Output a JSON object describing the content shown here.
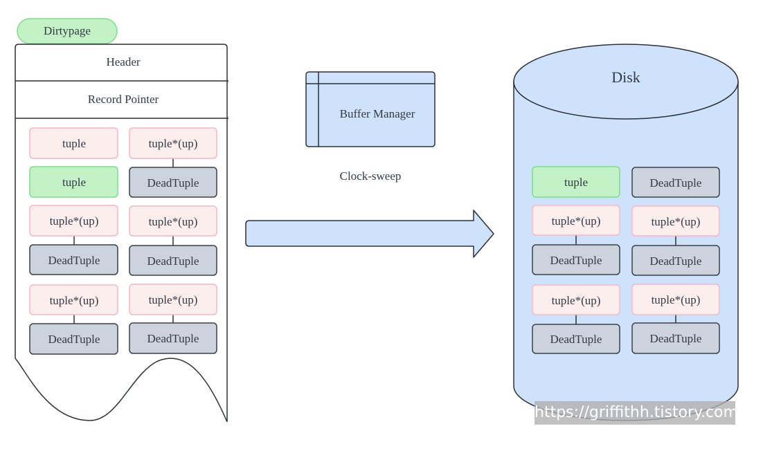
{
  "page_badge": {
    "label": "Dirtypage"
  },
  "page": {
    "header_label": "Header",
    "pointer_label": "Record Pointer",
    "tuples": [
      {
        "label": "tuple",
        "kind": "tuple"
      },
      {
        "label": "tuple*(up)",
        "kind": "updated"
      },
      {
        "label": "tuple",
        "kind": "live"
      },
      {
        "label": "DeadTuple",
        "kind": "dead"
      },
      {
        "label": "tuple*(up)",
        "kind": "updated"
      },
      {
        "label": "tuple*(up)",
        "kind": "updated"
      },
      {
        "label": "DeadTuple",
        "kind": "dead"
      },
      {
        "label": "DeadTuple",
        "kind": "dead"
      },
      {
        "label": "tuple*(up)",
        "kind": "updated"
      },
      {
        "label": "tuple*(up)",
        "kind": "updated"
      },
      {
        "label": "DeadTuple",
        "kind": "dead"
      },
      {
        "label": "DeadTuple",
        "kind": "dead"
      }
    ]
  },
  "buffer_manager": {
    "label": "Buffer Manager",
    "caption": "Clock-sweep"
  },
  "disk": {
    "label": "Disk",
    "tuples": [
      {
        "label": "tuple",
        "kind": "live"
      },
      {
        "label": "DeadTuple",
        "kind": "dead"
      },
      {
        "label": "tuple*(up)",
        "kind": "updated"
      },
      {
        "label": "tuple*(up)",
        "kind": "updated"
      },
      {
        "label": "DeadTuple",
        "kind": "dead"
      },
      {
        "label": "DeadTuple",
        "kind": "dead"
      },
      {
        "label": "tuple*(up)",
        "kind": "updated"
      },
      {
        "label": "tuple*(up)",
        "kind": "updated"
      },
      {
        "label": "DeadTuple",
        "kind": "dead"
      },
      {
        "label": "DeadTuple",
        "kind": "dead"
      }
    ]
  },
  "watermark": {
    "text": "https://griffithh.tistory.com"
  },
  "colors": {
    "tuple_fill": "#fdeeee",
    "tuple_stroke": "#f7b6c6",
    "live_fill": "#c3f2c6",
    "live_stroke": "#7edc8c",
    "dead_fill": "#ccd3dc",
    "dead_stroke": "#3a3f47",
    "disk_fill": "#cfe2fb",
    "disk_stroke": "#2b2f36",
    "arrow_fill": "#cfe2fb",
    "buffer_fill": "#cfe2fb"
  }
}
